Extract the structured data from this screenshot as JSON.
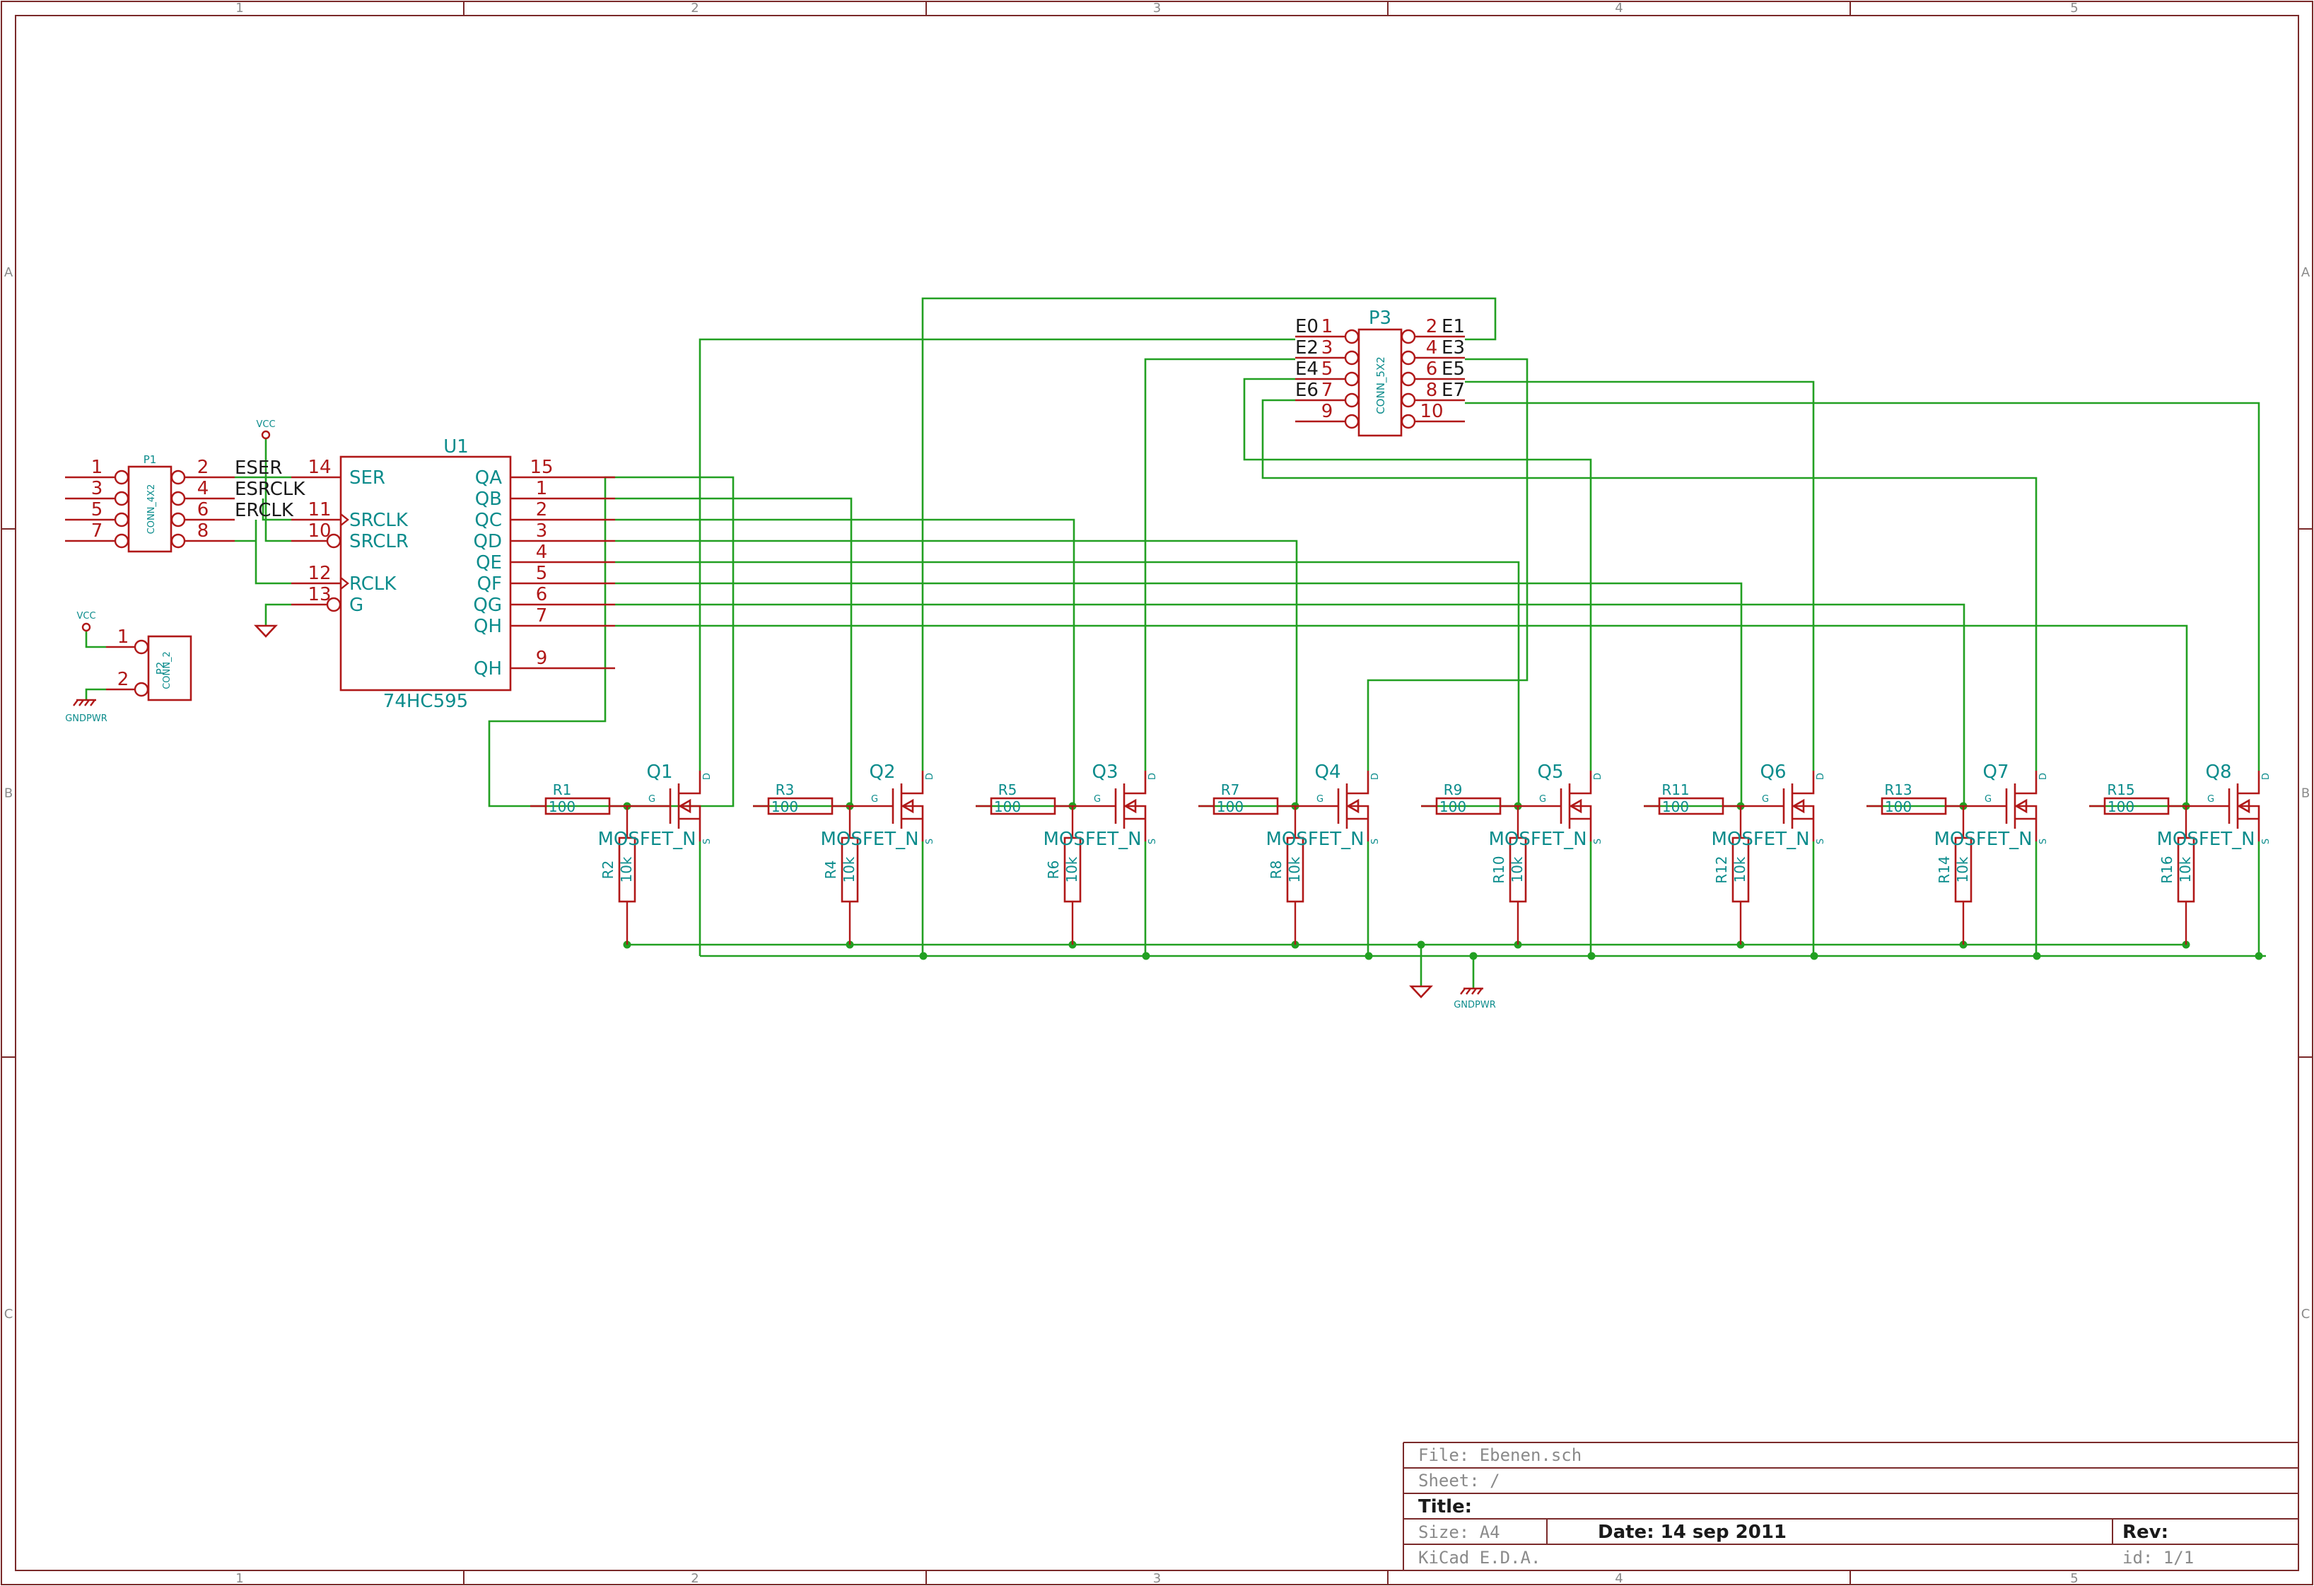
{
  "sheet": {
    "columns": [
      "1",
      "2",
      "3",
      "4",
      "5"
    ],
    "rows": [
      "A",
      "B",
      "C"
    ]
  },
  "title_block": {
    "file": "File: Ebenen.sch",
    "sheet": "Sheet: /",
    "title": "Title:",
    "size": "Size: A4",
    "date": "Date: 14 sep 2011",
    "rev": "Rev:",
    "tool": "KiCad E.D.A.",
    "id": "id: 1/1"
  },
  "u1": {
    "ref": "U1",
    "value": "74HC595",
    "left_pins": [
      {
        "num": "14",
        "name": "SER",
        "net": "ESER"
      },
      {
        "num": "11",
        "name": "SRCLK",
        "net": "ESRCLK"
      },
      {
        "num": "10",
        "name": "SRCLR",
        "net": ""
      },
      {
        "num": "12",
        "name": "RCLK",
        "net": "ERCLK"
      },
      {
        "num": "13",
        "name": "G",
        "net": ""
      }
    ],
    "right_pins": [
      {
        "num": "15",
        "name": "QA"
      },
      {
        "num": "1",
        "name": "QB"
      },
      {
        "num": "2",
        "name": "QC"
      },
      {
        "num": "3",
        "name": "QD"
      },
      {
        "num": "4",
        "name": "QE"
      },
      {
        "num": "5",
        "name": "QF"
      },
      {
        "num": "6",
        "name": "QG"
      },
      {
        "num": "7",
        "name": "QH"
      },
      {
        "num": "9",
        "name": "QH"
      }
    ]
  },
  "p1": {
    "ref": "P1",
    "value": "CONN_4X2",
    "left_nums": [
      "1",
      "3",
      "5",
      "7"
    ],
    "right_nums": [
      "2",
      "4",
      "6",
      "8"
    ]
  },
  "p2": {
    "ref": "P2",
    "value": "CONN_2",
    "nums": [
      "1",
      "2"
    ]
  },
  "p3": {
    "ref": "P3",
    "value": "CONN_5X2",
    "left_nums": [
      "1",
      "3",
      "5",
      "7",
      "9"
    ],
    "right_nums": [
      "2",
      "4",
      "6",
      "8",
      "10"
    ],
    "left_nets": [
      "E0",
      "E2",
      "E4",
      "E6"
    ],
    "right_nets": [
      "E1",
      "E3",
      "E5",
      "E7"
    ]
  },
  "power": {
    "vcc": "VCC",
    "gndpwr": "GNDPWR"
  },
  "stages": [
    {
      "q": "Q1",
      "rg": "R1",
      "rgv": "100",
      "rp": "R2",
      "rpv": "10k"
    },
    {
      "q": "Q2",
      "rg": "R3",
      "rgv": "100",
      "rp": "R4",
      "rpv": "10k"
    },
    {
      "q": "Q3",
      "rg": "R5",
      "rgv": "100",
      "rp": "R6",
      "rpv": "10k"
    },
    {
      "q": "Q4",
      "rg": "R7",
      "rgv": "100",
      "rp": "R8",
      "rpv": "10k"
    },
    {
      "q": "Q5",
      "rg": "R9",
      "rgv": "100",
      "rp": "R10",
      "rpv": "10k"
    },
    {
      "q": "Q6",
      "rg": "R11",
      "rgv": "100",
      "rp": "R12",
      "rpv": "10k"
    },
    {
      "q": "Q7",
      "rg": "R13",
      "rgv": "100",
      "rp": "R14",
      "rpv": "10k"
    },
    {
      "q": "Q8",
      "rg": "R15",
      "rgv": "100",
      "rp": "R16",
      "rpv": "10k"
    }
  ],
  "mosfet": {
    "value": "MOSFET_N",
    "g": "G",
    "d": "D",
    "s": "S"
  }
}
